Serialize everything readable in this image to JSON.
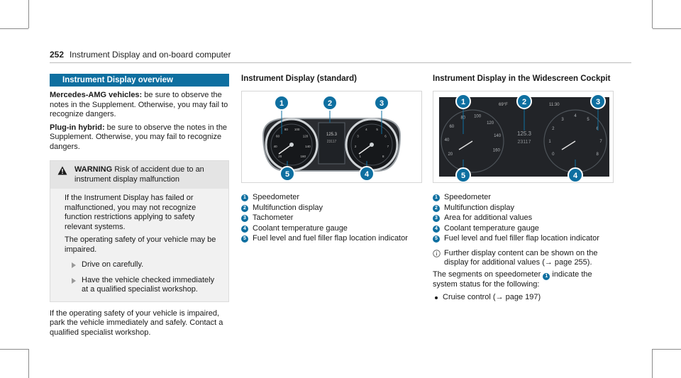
{
  "header": {
    "page_number": "252",
    "title": "Instrument Display and on-board computer"
  },
  "col1": {
    "section_title": "Instrument Display overview",
    "amg_label": "Mercedes-AMG vehicles:",
    "amg_text": " be sure to observe the notes in the Supplement. Otherwise, you may fail to recognize dangers.",
    "hybrid_label": "Plug-in hybrid:",
    "hybrid_text": " be sure to observe the notes in the Supplement. Otherwise, you may fail to recognize dangers.",
    "warning": {
      "label": "WARNING",
      "heading": " Risk of accident due to an instrument display malfunction",
      "body1": "If the Instrument Display has failed or malfunctioned, you may not recognize function restrictions applying to safety relevant systems.",
      "body2": "The operating safety of your vehicle may be impaired.",
      "step1": "Drive on carefully.",
      "step2": "Have the vehicle checked immediately at a qualified specialist workshop."
    },
    "after_warning": "If the operating safety of your vehicle is impaired, park the vehicle immediately and safely. Contact a qualified specialist workshop."
  },
  "col2": {
    "title": "Instrument Display (standard)",
    "figure": {
      "left_gauge_ticks": [
        "20",
        "40",
        "60",
        "80",
        "100",
        "120",
        "140",
        "160"
      ],
      "right_gauge_ticks": [
        "1",
        "2",
        "3",
        "4",
        "5",
        "6",
        "7",
        "8"
      ],
      "center_lines": [
        "125.3",
        "23117"
      ],
      "markers": [
        "1",
        "2",
        "3",
        "4",
        "5"
      ]
    },
    "legend": [
      {
        "num": "1",
        "text": "Speedometer"
      },
      {
        "num": "2",
        "text": "Multifunction display"
      },
      {
        "num": "3",
        "text": "Tachometer"
      },
      {
        "num": "4",
        "text": "Coolant temperature gauge"
      },
      {
        "num": "5",
        "text": "Fuel level and fuel filler flap location indicator"
      }
    ]
  },
  "col3": {
    "title": "Instrument Display in the Widescreen Cockpit",
    "figure": {
      "left_ticks": [
        "20",
        "40",
        "60",
        "80",
        "100",
        "120",
        "140",
        "160"
      ],
      "right_ticks": [
        "0",
        "1",
        "2",
        "3",
        "4",
        "5",
        "6",
        "7",
        "8"
      ],
      "top_left_text": "69°F",
      "top_center_text": "11:30",
      "center_lines": [
        "125.3",
        "23117"
      ],
      "markers": [
        "1",
        "2",
        "3",
        "4",
        "5"
      ]
    },
    "legend": [
      {
        "num": "1",
        "text": "Speedometer"
      },
      {
        "num": "2",
        "text": "Multifunction display"
      },
      {
        "num": "3",
        "text": "Area for additional values"
      },
      {
        "num": "4",
        "text": "Coolant temperature gauge"
      },
      {
        "num": "5",
        "text": "Fuel level and fuel filler flap location indicator"
      }
    ],
    "info_text": "Further display content can be shown on the display for additional values (→ page 255).",
    "segments_pre": "The segments on speedometer ",
    "segments_num": "1",
    "segments_post": " indicate the system status for the following:",
    "bullet": "Cruise control (→ page 197)"
  },
  "colors": {
    "accent": "#0e6fa0",
    "gauge_ring": "#cfd3d6",
    "screen": "#222428"
  }
}
